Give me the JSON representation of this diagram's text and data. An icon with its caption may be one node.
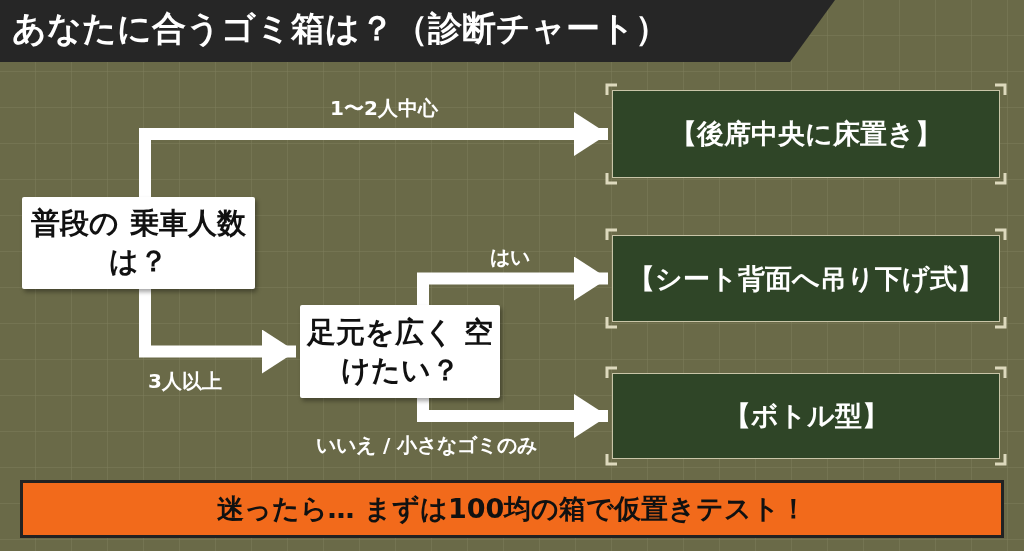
{
  "diagram": {
    "title": "あなたに合うゴミ箱は？（診断チャート）",
    "nodes": [
      {
        "text": [
          "普段の 乗車人数は？"
        ]
      },
      {
        "text": [
          "足元を広く 空けたい？"
        ]
      },
      {
        "text": [
          "【後席中央に床置き】"
        ]
      },
      {
        "text": [
          "【シート背面へ吊り下げ式】"
        ]
      },
      {
        "text": [
          "【ボトル型】"
        ]
      }
    ],
    "edges": [
      {
        "from": 0,
        "to": 2,
        "arrow": "to",
        "label": "1〜2人中心"
      },
      {
        "from": 0,
        "to": 1,
        "arrow": "to",
        "label": "3人以上"
      },
      {
        "from": 1,
        "to": 3,
        "arrow": "to",
        "label": "はい"
      },
      {
        "from": 1,
        "to": 4,
        "arrow": "to",
        "label": "いいえ / 小さなゴミのみ"
      }
    ],
    "labels": [
      "迷ったら… まずは100均の箱で仮置きテスト！"
    ]
  }
}
